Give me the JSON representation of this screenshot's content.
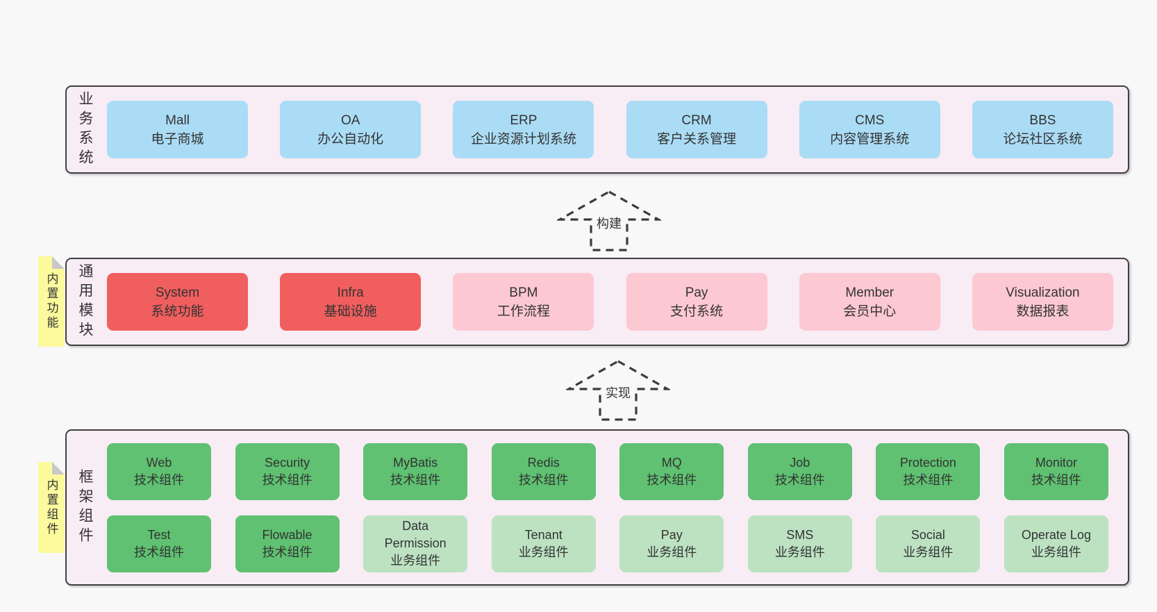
{
  "colors": {
    "page_bg": "#f8f8f8",
    "container_bg": "#f8ecf5",
    "container_border": "#3f3f3f",
    "blue_box": "#abdcf5",
    "red_box": "#f15e5e",
    "pink_box": "#fcc8d2",
    "green_box": "#5fc171",
    "light_green_box": "#bde2c2",
    "tag_yellow": "#fbfa9d",
    "tag_fold_gray": "#c8c8c8",
    "text": "#333333"
  },
  "arrows": [
    {
      "label": "构建"
    },
    {
      "label": "实现"
    }
  ],
  "layers": [
    {
      "label": "业务系统",
      "boxes": [
        {
          "name": "Mall",
          "desc": "电子商城"
        },
        {
          "name": "OA",
          "desc": "办公自动化"
        },
        {
          "name": "ERP",
          "desc": "企业资源计划系统"
        },
        {
          "name": "CRM",
          "desc": "客户关系管理"
        },
        {
          "name": "CMS",
          "desc": "内容管理系统"
        },
        {
          "name": "BBS",
          "desc": "论坛社区系统"
        }
      ]
    },
    {
      "label": "通用模块",
      "tag": "内置功能",
      "boxes": [
        {
          "name": "System",
          "desc": "系统功能"
        },
        {
          "name": "Infra",
          "desc": "基础设施"
        },
        {
          "name": "BPM",
          "desc": "工作流程"
        },
        {
          "name": "Pay",
          "desc": "支付系统"
        },
        {
          "name": "Member",
          "desc": "会员中心"
        },
        {
          "name": "Visualization",
          "desc": "数据报表"
        }
      ]
    },
    {
      "label": "框架组件",
      "tag": "内置组件",
      "rows": [
        [
          {
            "name": "Web",
            "desc": "技术组件"
          },
          {
            "name": "Security",
            "desc": "技术组件"
          },
          {
            "name": "MyBatis",
            "desc": "技术组件"
          },
          {
            "name": "Redis",
            "desc": "技术组件"
          },
          {
            "name": "MQ",
            "desc": "技术组件"
          },
          {
            "name": "Job",
            "desc": "技术组件"
          },
          {
            "name": "Protection",
            "desc": "技术组件"
          },
          {
            "name": "Monitor",
            "desc": "技术组件"
          }
        ],
        [
          {
            "name": "Test",
            "desc": "技术组件"
          },
          {
            "name": "Flowable",
            "desc": "技术组件"
          },
          {
            "name": "Data Permission",
            "desc": "业务组件"
          },
          {
            "name": "Tenant",
            "desc": "业务组件"
          },
          {
            "name": "Pay",
            "desc": "业务组件"
          },
          {
            "name": "SMS",
            "desc": "业务组件"
          },
          {
            "name": "Social",
            "desc": "业务组件"
          },
          {
            "name": "Operate Log",
            "desc": "业务组件"
          }
        ]
      ]
    }
  ]
}
